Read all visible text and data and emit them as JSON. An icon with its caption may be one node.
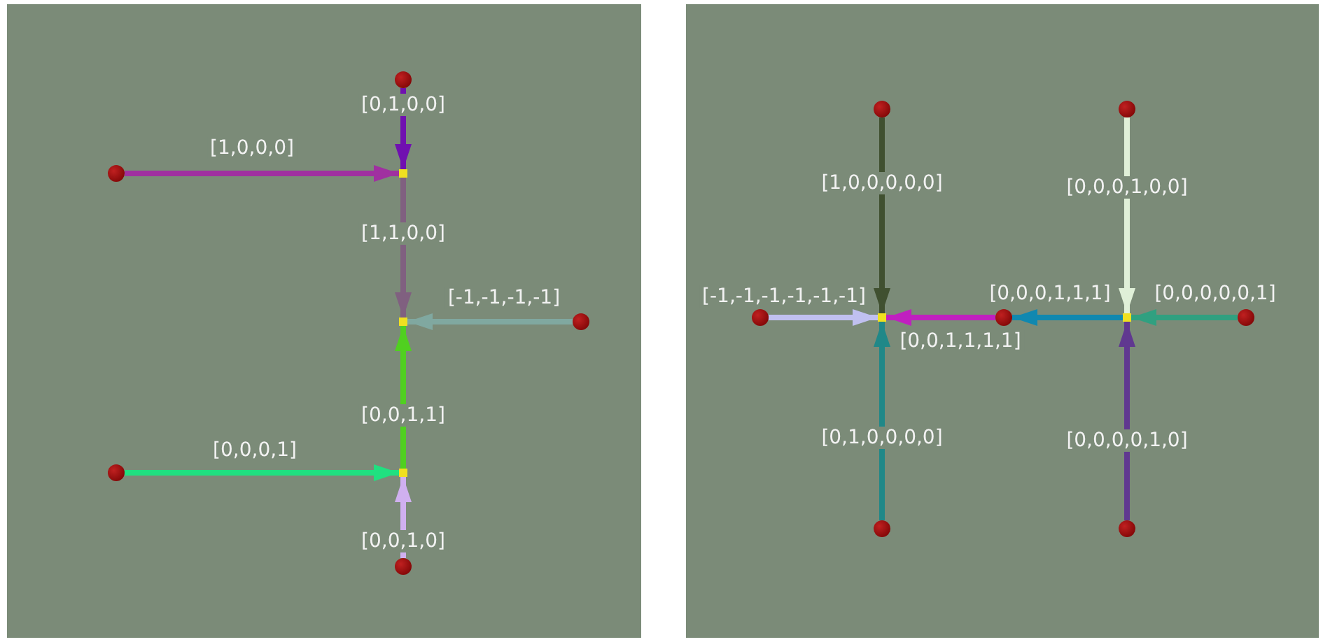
{
  "diagram": {
    "nodes": [
      {
        "text": [],
        "shape": "circle"
      },
      {
        "text": [],
        "shape": "circle"
      },
      {
        "text": [],
        "shape": "box"
      },
      {
        "text": [],
        "shape": "box"
      },
      {
        "text": [],
        "shape": "circle"
      },
      {
        "text": [],
        "shape": "box"
      },
      {
        "text": [],
        "shape": "circle"
      },
      {
        "text": [],
        "shape": "circle"
      },
      {
        "text": [],
        "shape": "circle"
      },
      {
        "text": [],
        "shape": "circle"
      },
      {
        "text": [],
        "shape": "circle"
      },
      {
        "text": [],
        "shape": "box"
      },
      {
        "text": [],
        "shape": "circle"
      },
      {
        "text": [],
        "shape": "box"
      },
      {
        "text": [],
        "shape": "circle"
      },
      {
        "text": [],
        "shape": "circle"
      },
      {
        "text": [],
        "shape": "circle"
      }
    ],
    "edges": [
      {
        "from": 1,
        "to": 2,
        "arrow": "to",
        "label": "[1,0,0,0]",
        "color": "#a030a0"
      },
      {
        "from": 0,
        "to": 2,
        "arrow": "to",
        "label": "[0,1,0,0]",
        "color": "#7010b0"
      },
      {
        "from": 2,
        "to": 3,
        "arrow": "to",
        "label": "[1,1,0,0]",
        "color": "#806080"
      },
      {
        "from": 4,
        "to": 3,
        "arrow": "to",
        "label": "[-1,-1,-1,-1]",
        "color": "#80a8a0"
      },
      {
        "from": 5,
        "to": 3,
        "arrow": "to",
        "label": "[0,0,1,1]",
        "color": "#50d020"
      },
      {
        "from": 6,
        "to": 5,
        "arrow": "to",
        "label": "[0,0,0,1]",
        "color": "#20e080"
      },
      {
        "from": 7,
        "to": 5,
        "arrow": "to",
        "label": "[0,0,1,0]",
        "color": "#d0b0f0"
      },
      {
        "from": 8,
        "to": 11,
        "arrow": "to",
        "label": "[1,0,0,0,0,0]",
        "color": "#405030"
      },
      {
        "from": 15,
        "to": 11,
        "arrow": "to",
        "label": "[0,1,0,0,0,0]",
        "color": "#208888"
      },
      {
        "from": 10,
        "to": 11,
        "arrow": "to",
        "label": "[-1,-1,-1,-1,-1,-1]",
        "color": "#c0c0f0"
      },
      {
        "from": 12,
        "to": 11,
        "arrow": "to",
        "label": "[0,0,1,1,1,1]",
        "color": "#c020c0"
      },
      {
        "from": 13,
        "to": 12,
        "arrow": "to",
        "label": "[0,0,0,1,1,1]",
        "color": "#1088b0"
      },
      {
        "from": 9,
        "to": 13,
        "arrow": "to",
        "label": "[0,0,0,1,0,0]",
        "color": "#e0f0d8"
      },
      {
        "from": 16,
        "to": 13,
        "arrow": "to",
        "label": "[0,0,0,0,1,0]",
        "color": "#603890"
      },
      {
        "from": 14,
        "to": 13,
        "arrow": "to",
        "label": "[0,0,0,0,0,1]",
        "color": "#30a080"
      }
    ]
  }
}
